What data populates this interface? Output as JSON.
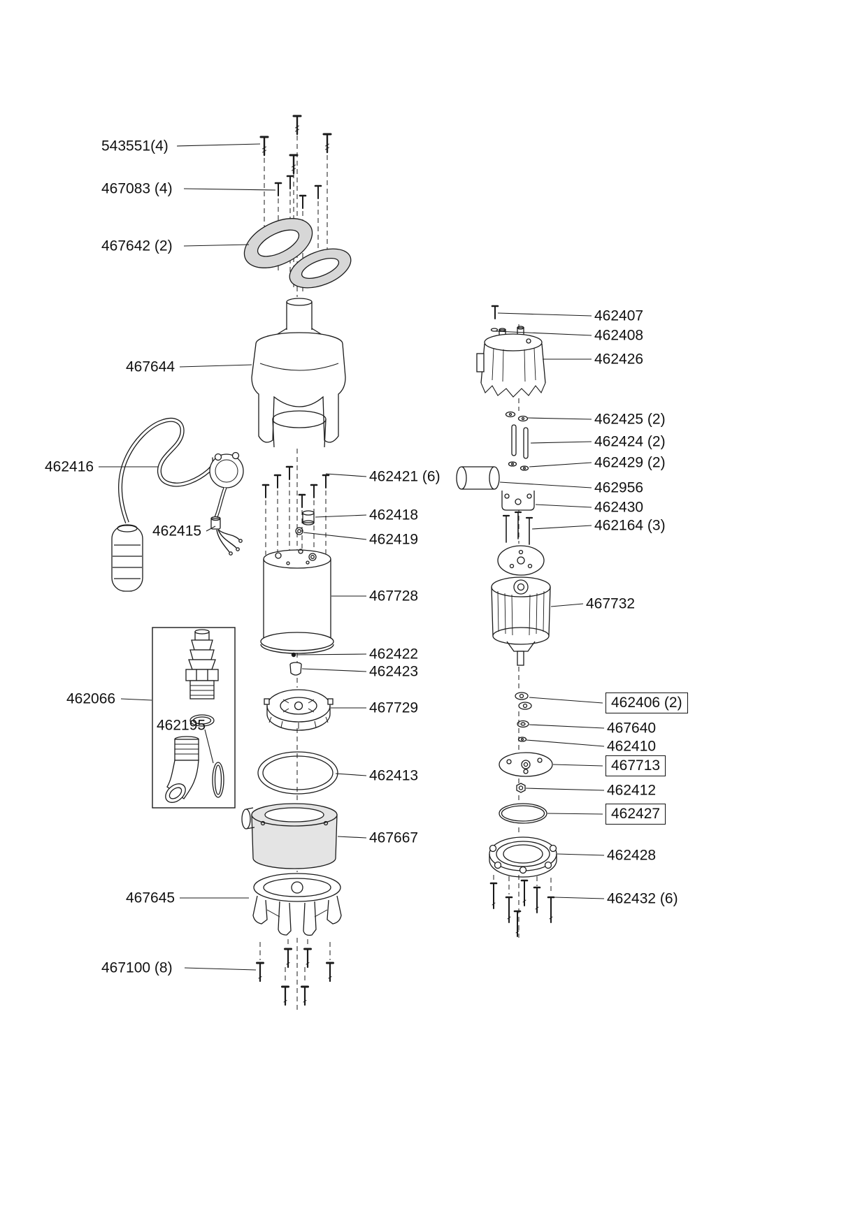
{
  "diagram": {
    "type": "exploded-parts-diagram",
    "description": "Submersible pump exploded view with part numbers",
    "background": "#ffffff",
    "line_color": "#1a1a1a"
  },
  "parts": [
    {
      "label": "543551(4)",
      "boxed": false
    },
    {
      "label": "467083 (4)",
      "boxed": false
    },
    {
      "label": "467642 (2)",
      "boxed": false
    },
    {
      "label": "467644",
      "boxed": false
    },
    {
      "label": "462416",
      "boxed": false
    },
    {
      "label": "462415",
      "boxed": false
    },
    {
      "label": "462066",
      "boxed": false
    },
    {
      "label": "462195",
      "boxed": false
    },
    {
      "label": "467645",
      "boxed": false
    },
    {
      "label": "467100 (8)",
      "boxed": false
    },
    {
      "label": "462421 (6)",
      "boxed": false
    },
    {
      "label": "462418",
      "boxed": false
    },
    {
      "label": "462419",
      "boxed": false
    },
    {
      "label": "467728",
      "boxed": false
    },
    {
      "label": "462422",
      "boxed": false
    },
    {
      "label": "462423",
      "boxed": false
    },
    {
      "label": "467729",
      "boxed": false
    },
    {
      "label": "462413",
      "boxed": false
    },
    {
      "label": "467667",
      "boxed": false
    },
    {
      "label": "462407",
      "boxed": false
    },
    {
      "label": "462408",
      "boxed": false
    },
    {
      "label": "462426",
      "boxed": false
    },
    {
      "label": "462425 (2)",
      "boxed": false
    },
    {
      "label": "462424 (2)",
      "boxed": false
    },
    {
      "label": "462429 (2)",
      "boxed": false
    },
    {
      "label": "462956",
      "boxed": false
    },
    {
      "label": "462430",
      "boxed": false
    },
    {
      "label": "462164 (3)",
      "boxed": false
    },
    {
      "label": "467732",
      "boxed": false
    },
    {
      "label": "462406 (2)",
      "boxed": true
    },
    {
      "label": "467640",
      "boxed": false
    },
    {
      "label": "462410",
      "boxed": false
    },
    {
      "label": "467713",
      "boxed": true
    },
    {
      "label": "462412",
      "boxed": false
    },
    {
      "label": "462427",
      "boxed": true
    },
    {
      "label": "462428",
      "boxed": false
    },
    {
      "label": "462432 (6)",
      "boxed": false
    }
  ]
}
